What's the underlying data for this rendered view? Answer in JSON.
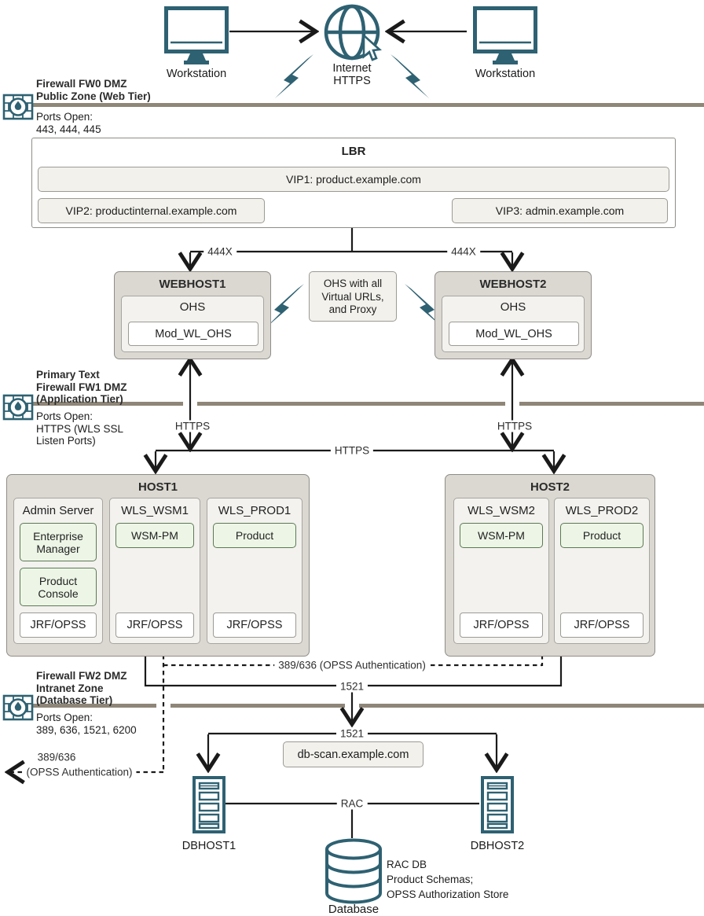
{
  "top": {
    "workstation_left": "Workstation",
    "workstation_right": "Workstation",
    "internet_line1": "Internet",
    "internet_line2": "HTTPS"
  },
  "firewalls": {
    "fw0": {
      "line1": "Firewall FW0 DMZ",
      "line2": "Public Zone (Web Tier)",
      "ports1": "Ports Open:",
      "ports2": "443, 444, 445"
    },
    "fw1": {
      "line1": "Primary Text",
      "line2": "Firewall FW1 DMZ",
      "line3": "(Application Tier)",
      "ports1": "Ports Open:",
      "ports2": "HTTPS (WLS SSL",
      "ports3": "Listen Ports)"
    },
    "fw2": {
      "line1": "Firewall FW2 DMZ",
      "line2": "Intranet Zone",
      "line3": "(Database Tier)",
      "ports1": "Ports Open:",
      "ports2": "389, 636, 1521, 6200"
    }
  },
  "lbr": {
    "title": "LBR",
    "vip1": "VIP1: product.example.com",
    "vip2": "VIP2: productinternal.example.com",
    "vip3": "VIP3: admin.example.com"
  },
  "web_tier": {
    "port_label": "444X",
    "webhost1": {
      "title": "WEBHOST1",
      "ohs": "OHS",
      "mod": "Mod_WL_OHS"
    },
    "webhost2": {
      "title": "WEBHOST2",
      "ohs": "OHS",
      "mod": "Mod_WL_OHS"
    },
    "note_line1": "OHS with all",
    "note_line2": "Virtual URLs,",
    "note_line3": "and Proxy"
  },
  "app_tier": {
    "https_label": "HTTPS",
    "host1": {
      "title": "HOST1",
      "admin": {
        "title": "Admin Server",
        "app1": "Enterprise Manager",
        "app2": "Product Console",
        "jrf": "JRF/OPSS"
      },
      "wsm": {
        "title": "WLS_WSM1",
        "app": "WSM-PM",
        "jrf": "JRF/OPSS"
      },
      "prod": {
        "title": "WLS_PROD1",
        "app": "Product",
        "jrf": "JRF/OPSS"
      }
    },
    "host2": {
      "title": "HOST2",
      "wsm": {
        "title": "WLS_WSM2",
        "app": "WSM-PM",
        "jrf": "JRF/OPSS"
      },
      "prod": {
        "title": "WLS_PROD2",
        "app": "Product",
        "jrf": "JRF/OPSS"
      }
    }
  },
  "db_tier": {
    "auth_label": "389/636 (OPSS Authentication)",
    "port_1521": "1521",
    "auth_left_line1": "389/636",
    "auth_left_line2": "(OPSS Authentication)",
    "scan": "db-scan.example.com",
    "dbhost1": "DBHOST1",
    "dbhost2": "DBHOST2",
    "rac": "RAC",
    "database": "Database",
    "db_note_line1": "RAC DB",
    "db_note_line2": "Product Schemas;",
    "db_note_line3": "OPSS Authorization Store"
  },
  "colors": {
    "teal": "#2e6172",
    "firewall_bar": "#8e8678",
    "line": "#1a1a1a",
    "green_fill": "#edf6e6",
    "green_border": "#5c7a52",
    "panel_fill": "#f2f1ec",
    "host_fill": "#dbd8d1"
  }
}
